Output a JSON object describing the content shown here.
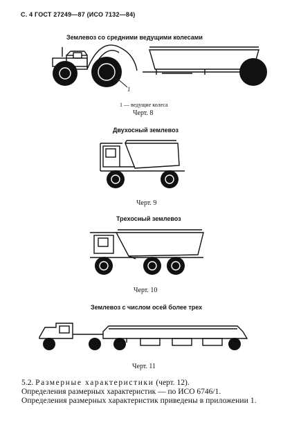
{
  "header": {
    "text": "С. 4 ГОСТ 27249—87 (ИСО 7132—84)"
  },
  "figures": [
    {
      "caption": "Землевоз со средними ведущими колесами",
      "label": "Черт. 8",
      "callout": "1",
      "legend": "1 — ведущие колеса",
      "vehicle_icon": "mid-drive-dumper-icon"
    },
    {
      "caption": "Двухосный землевоз",
      "label": "Черт. 9",
      "vehicle_icon": "two-axle-dump-truck-icon"
    },
    {
      "caption": "Трехосный землевоз",
      "label": "Черт. 10",
      "vehicle_icon": "three-axle-dump-truck-icon"
    },
    {
      "caption": "Землевоз с числом осей более трех",
      "label": "Черт. 11",
      "vehicle_icon": "multi-axle-hauler-icon"
    }
  ],
  "section": {
    "heading_number": "5.2.",
    "heading_spaced": "Размерные характеристики",
    "heading_ref": "(черт. 12).",
    "paragraphs": [
      "Определения размерных характеристик — по ИСО 6746/1.",
      "Определения размерных характеристик приведены в приложении 1."
    ]
  }
}
